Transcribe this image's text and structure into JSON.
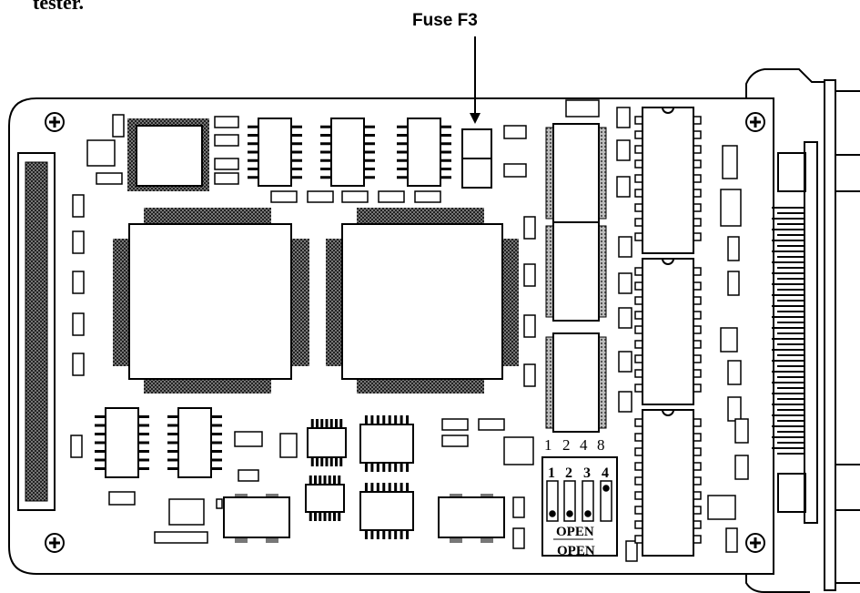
{
  "header_text": "tester.",
  "callout": {
    "label": "Fuse F3"
  },
  "dip_switch": {
    "top_numbers": [
      "1",
      "2",
      "4",
      "8"
    ],
    "switch_numbers": [
      "1",
      "2",
      "3",
      "4"
    ],
    "open_label_upper": "OPEN",
    "open_label_lower": "OPEN"
  },
  "colors": {
    "ink": "#000000",
    "paper": "#ffffff",
    "pad": "#555555"
  },
  "icons": [
    "mounting-screw-icon",
    "ic-chip",
    "fuse",
    "connector",
    "dip-switch"
  ]
}
